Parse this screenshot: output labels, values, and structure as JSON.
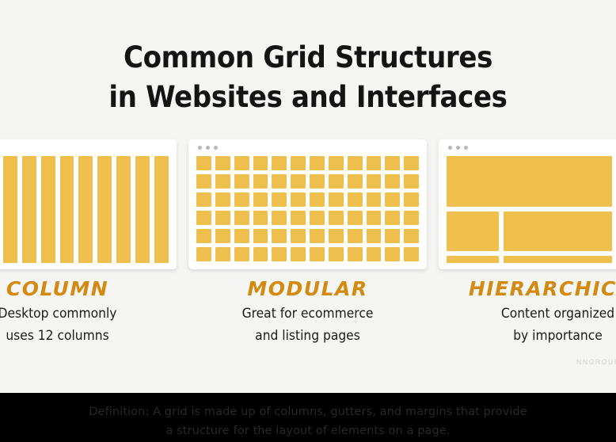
{
  "page": {
    "background_color": "#f5f5f4",
    "accent_color": "#efbf4d",
    "label_color": "#d4890f"
  },
  "title": {
    "line1": "Common Grid Structures",
    "line2": "in Websites and Interfaces"
  },
  "cards": [
    {
      "id": "column",
      "label": "COLUMN",
      "description_line1": "Desktop commonly",
      "description_line2": "uses 12 columns",
      "layout_type": "column",
      "columns": 12
    },
    {
      "id": "modular",
      "label": "MODULAR",
      "description_line1": "Great for ecommerce",
      "description_line2": "and listing pages",
      "layout_type": "modular",
      "columns": 12,
      "rows": 6
    },
    {
      "id": "hierarchical",
      "label": "HIERARCHICAL",
      "description_line1": "Content organized",
      "description_line2": "by importance",
      "layout_type": "hierarchical",
      "blocks": [
        "hero",
        "side-a",
        "side-b",
        "mid-1",
        "mid-2",
        "mid-3",
        "bottom-1",
        "bottom-2",
        "bottom-3"
      ]
    }
  ],
  "watermark": {
    "text": "NNGROUP"
  },
  "footer": {
    "line1": "Definition: A grid is made up of columns, gutters, and margins that provide",
    "line2": "a structure for the layout of elements on a page.",
    "background_color": "#000000",
    "text_color": "#272727"
  }
}
